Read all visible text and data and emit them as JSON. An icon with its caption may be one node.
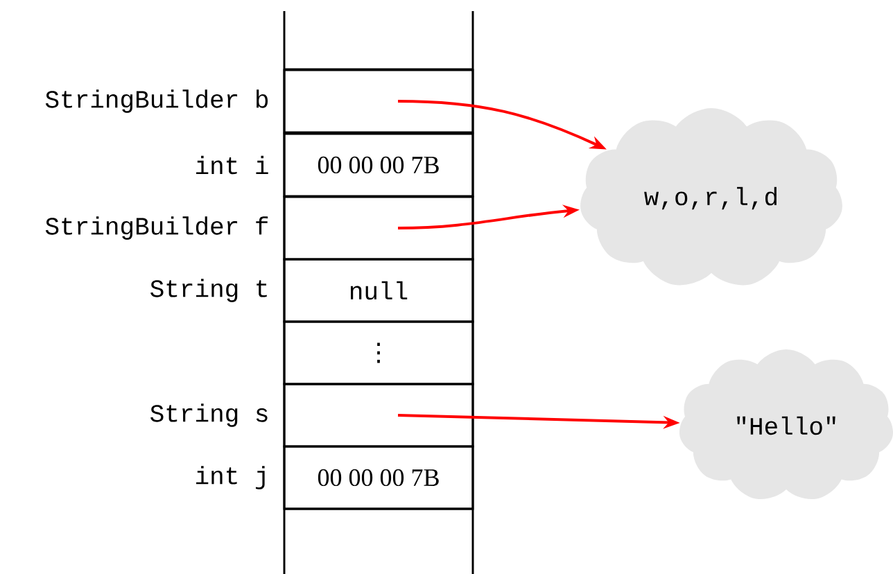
{
  "diagram": {
    "nodes": [
      {
        "text": [],
        "shape": "box",
        "beside": [
          "StringBuilder b"
        ]
      },
      {
        "text": [
          "00 00 00 7B"
        ],
        "beside": [
          "int i"
        ]
      },
      {
        "text": [],
        "shape": "box",
        "beside": [
          "StringBuilder f"
        ]
      },
      {
        "text": [
          "null"
        ],
        "beside": [
          "String t"
        ]
      },
      {
        "text": [
          "⋮"
        ]
      },
      {
        "text": [],
        "shape": "box",
        "beside": [
          "String s"
        ]
      },
      {
        "text": [
          "00 00 00 7B"
        ],
        "beside": [
          "int j"
        ]
      },
      {
        "text": [
          "w,o,r,l,d"
        ]
      },
      {
        "text": [
          "\"Hello\""
        ]
      }
    ],
    "edges": [
      {
        "from": 0,
        "to": 7,
        "arrow": "to"
      },
      {
        "from": 2,
        "to": 7,
        "arrow": "to"
      },
      {
        "from": 5,
        "to": 8,
        "arrow": "to"
      }
    ]
  }
}
